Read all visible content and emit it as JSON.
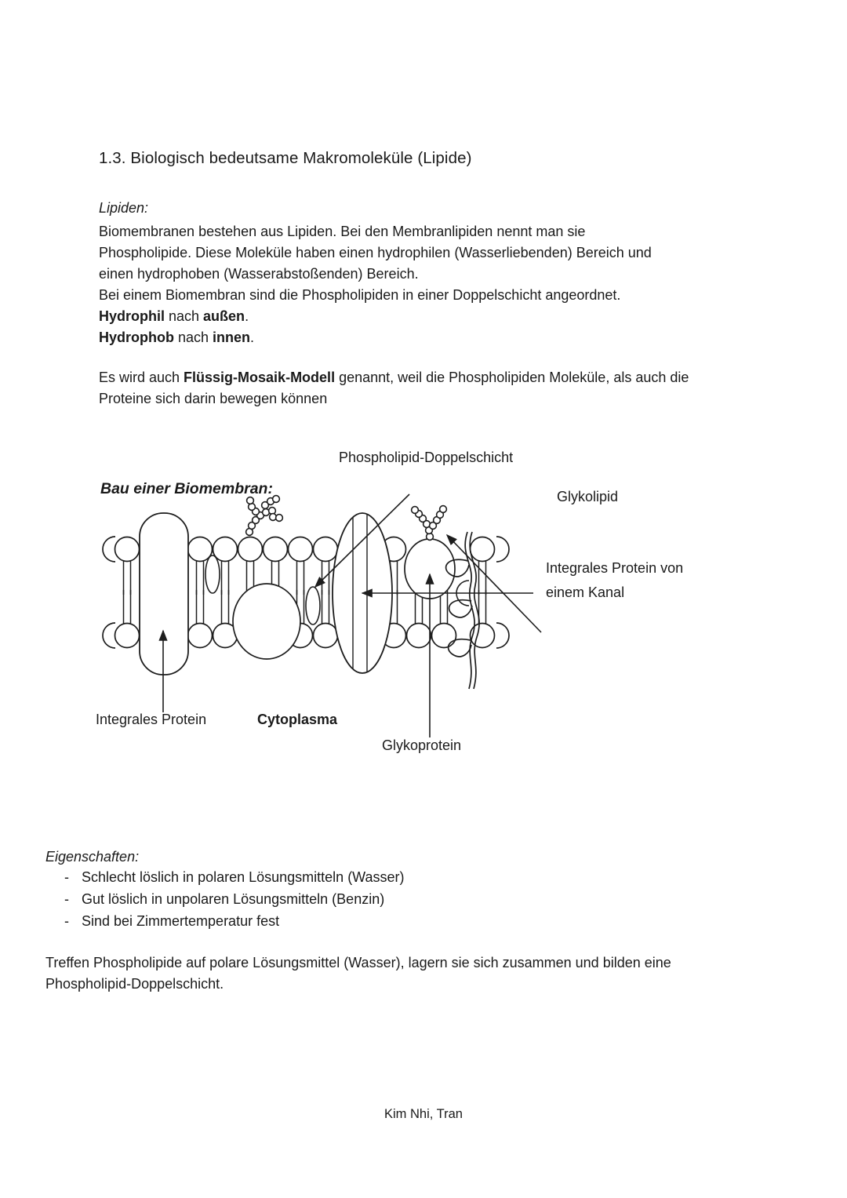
{
  "document": {
    "heading": "1.3. Biologisch bedeutsame Makromoleküle (Lipide)",
    "lipiden_label": "Lipiden:",
    "paragraph_lines": [
      "Biomembranen bestehen aus Lipiden. Bei den Membranlipiden nennt man sie",
      "Phospholipide. Diese Moleküle haben einen hydrophilen (Wasserliebenden) Bereich und",
      "einen hydrophoben (Wasserabstoßenden) Bereich.",
      "Bei einem Biomembran sind die Phospholipiden in einer Doppelschicht angeordnet."
    ],
    "hydrophil_line": {
      "bold_1": "Hydrophil",
      "mid": " nach ",
      "bold_2": "außen",
      "end": "."
    },
    "hydrophob_line": {
      "bold_1": "Hydrophob",
      "mid": " nach ",
      "bold_2": "innen",
      "end": "."
    },
    "fluessig_mosaik": {
      "pre": "Es wird auch ",
      "bold": "Flüssig-Mosaik-Modell",
      "post": " genannt, weil die Phospholipiden Moleküle, als auch die",
      "line2": "Proteine sich darin bewegen können"
    },
    "eigenschaften_label": "Eigenschaften:",
    "bullet_dash": "-",
    "bullets": [
      "Schlecht löslich in polaren Lösungsmitteln (Wasser)",
      "Gut löslich in unpolaren Lösungsmitteln (Benzin)",
      "Sind bei Zimmertemperatur fest"
    ],
    "closing_line1": "Treffen Phospholipide auf polare Lösungsmittel (Wasser), lagern sie sich zusammen und bilden eine",
    "closing_line2": "Phospholipid-Doppelschicht.",
    "footer": "Kim Nhi, Tran"
  },
  "diagram": {
    "title": "Bau einer Biomembran:",
    "labels": {
      "phospholipid_bilayer": "Phospholipid-Doppelschicht",
      "glycolipid": "Glykolipid",
      "channel_protein_line1": "Integrales Protein von",
      "channel_protein_line2": "einem Kanal",
      "integral_protein": "Integrales Protein",
      "cytoplasm": "Cytoplasma",
      "glycoprotein": "Glykoprotein"
    }
  },
  "colors": {
    "text": "#1a1a1a",
    "ink": "#1d1d1d",
    "page_background": "#ffffff"
  }
}
